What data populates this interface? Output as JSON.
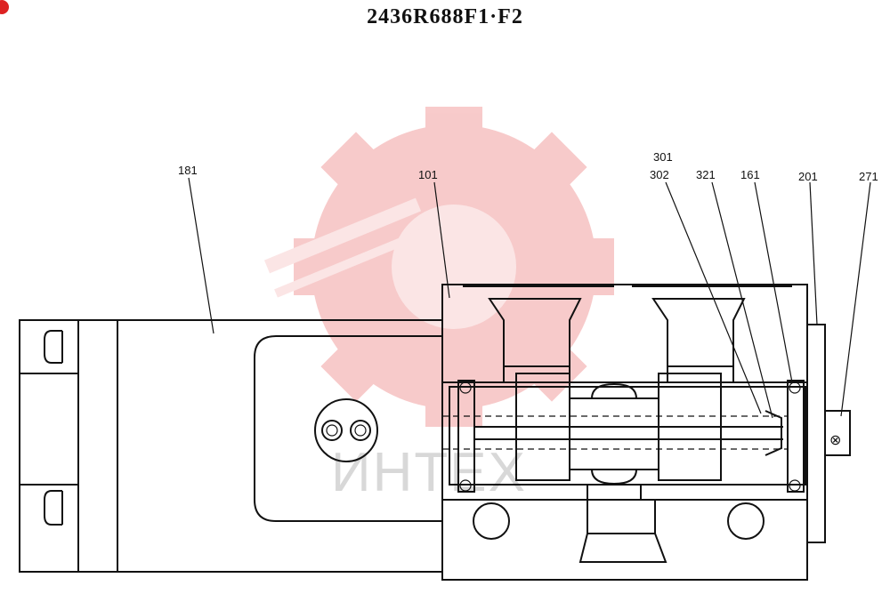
{
  "title": "2436R688F1·F2",
  "watermark": {
    "text": "ИНТЕХ",
    "color": "#f7c5c5"
  },
  "part_labels": {
    "p181": "181",
    "p101": "101",
    "p301": "301",
    "p302": "302",
    "p321": "321",
    "p161": "161",
    "p201": "201",
    "p271": "271"
  }
}
